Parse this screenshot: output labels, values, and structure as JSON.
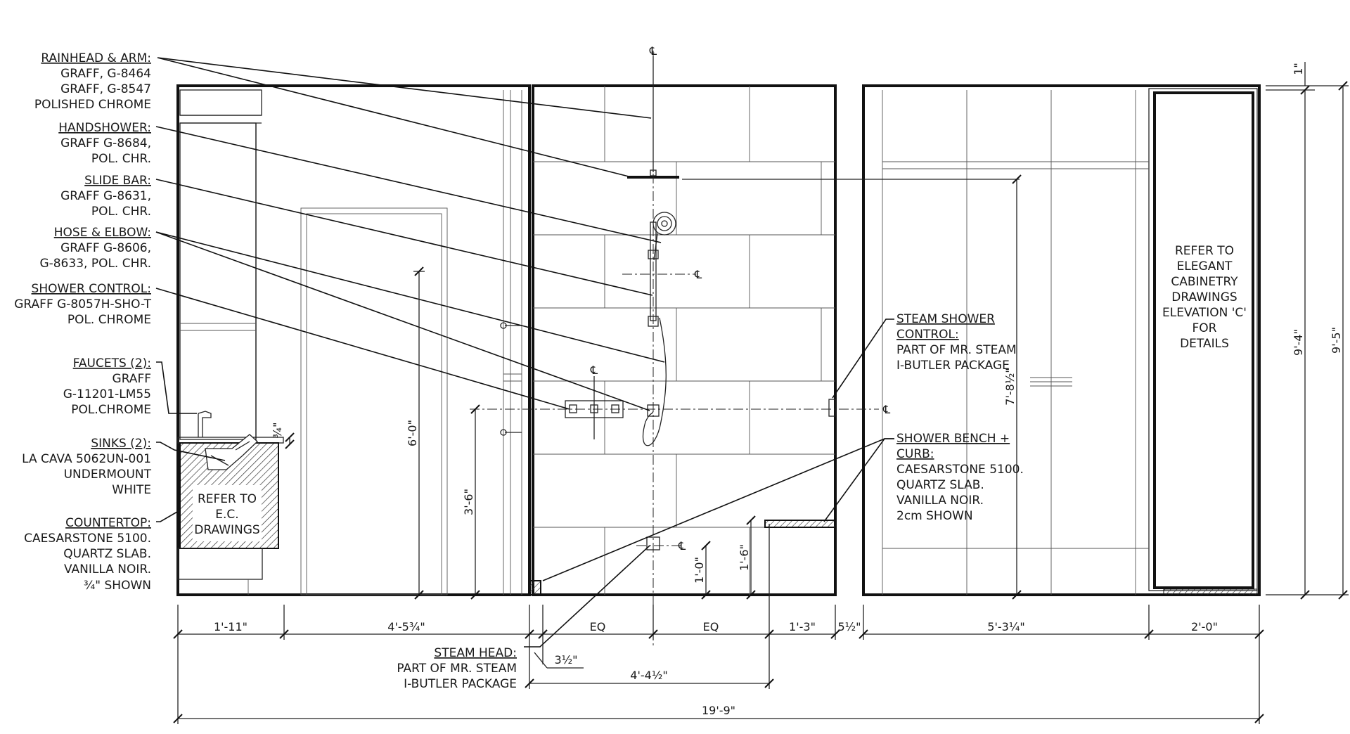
{
  "notes": {
    "rainhead": {
      "title": "RAINHEAD & ARM:",
      "lines": [
        "GRAFF, G-8464",
        "GRAFF, G-8547",
        "POLISHED CHROME"
      ]
    },
    "handshower": {
      "title": "HANDSHOWER:",
      "lines": [
        "GRAFF G-8684,",
        "POL. CHR."
      ]
    },
    "slide_bar": {
      "title": "SLIDE BAR:",
      "lines": [
        "GRAFF G-8631,",
        "POL. CHR."
      ]
    },
    "hose_elbow": {
      "title": "HOSE & ELBOW:",
      "lines": [
        "GRAFF G-8606,",
        "G-8633, POL. CHR."
      ]
    },
    "shower_control": {
      "title": "SHOWER CONTROL:",
      "lines": [
        "GRAFF G-8057H-SHO-T",
        "POL. CHROME"
      ]
    },
    "faucets": {
      "title": "FAUCETS (2):",
      "lines": [
        "GRAFF",
        "G-11201-LM55",
        "POL.CHROME"
      ]
    },
    "sinks": {
      "title": "SINKS (2):",
      "lines": [
        "LA CAVA 5062UN-001",
        "UNDERMOUNT",
        "WHITE"
      ]
    },
    "countertop": {
      "title": "COUNTERTOP:",
      "lines": [
        "CAESARSTONE 5100.",
        "QUARTZ SLAB.",
        "VANILLA NOIR.",
        "¾\" SHOWN"
      ]
    },
    "steam_control": {
      "title": "STEAM SHOWER",
      "lines": [
        "CONTROL:",
        "PART OF MR. STEAM",
        "I-BUTLER PACKAGE"
      ]
    },
    "bench": {
      "title": "SHOWER BENCH +",
      "lines": [
        "CURB:",
        "CAESARSTONE 5100.",
        "QUARTZ SLAB.",
        "VANILLA NOIR.",
        "2cm SHOWN"
      ]
    },
    "steam_head": {
      "title": "STEAM HEAD:",
      "lines": [
        "PART OF MR. STEAM",
        "I-BUTLER PACKAGE"
      ]
    },
    "vanity": {
      "lines": [
        "REFER TO",
        "E.C.",
        "DRAWINGS"
      ]
    },
    "cabinetry": {
      "lines": [
        "REFER TO",
        "ELEGANT",
        "CABINETRY",
        "DRAWINGS",
        "ELEVATION 'C'",
        "FOR",
        "DETAILS"
      ]
    }
  },
  "symbols": {
    "centerline": "℄"
  },
  "dimensions": {
    "d_1_11": "1'-11\"",
    "d_4_5_34": "4'-5¾\"",
    "d_eq_1": "EQ",
    "d_eq_2": "EQ",
    "d_1_3": "1'-3\"",
    "d_5_12": "5½\"",
    "d_5_3_14": "5'-3¼\"",
    "d_2_0": "2'-0\"",
    "d_3_12": "3½\"",
    "d_4_4_12": "4'-4½\"",
    "d_19_9": "19'-9\"",
    "d_6_0": "6'-0\"",
    "d_3_6": "3'-6\"",
    "d_1_0": "1'-0\"",
    "d_1_6": "1'-6\"",
    "d_7_8_12": "7'-8½\"",
    "d_9_4": "9'-4\"",
    "d_9_5": "9'-5\"",
    "d_1": "1\"",
    "d_3_4": "¾\""
  }
}
